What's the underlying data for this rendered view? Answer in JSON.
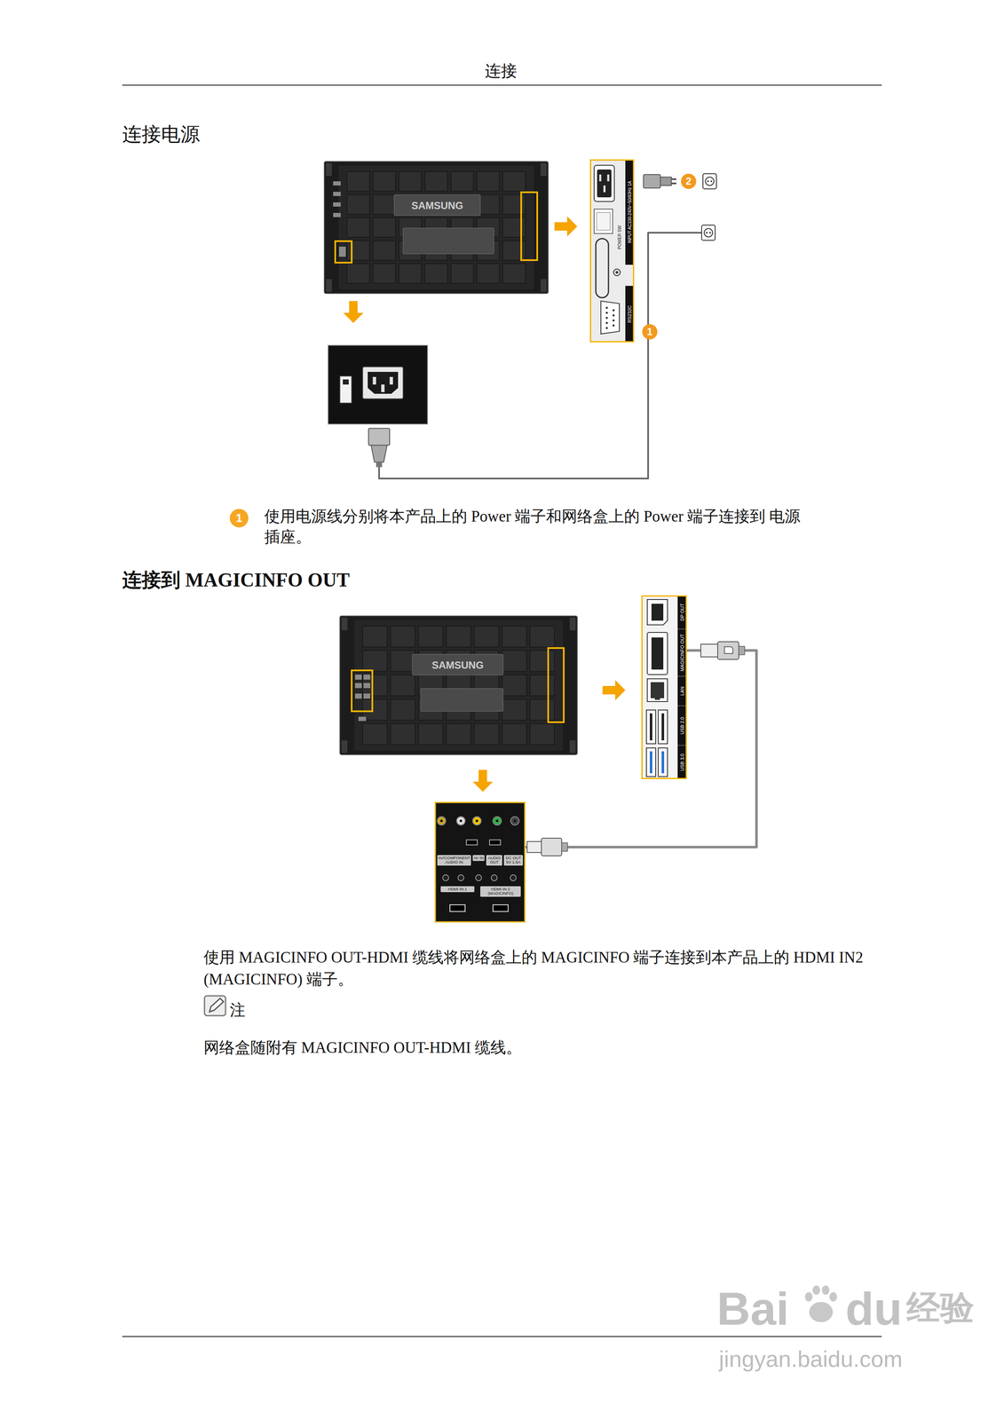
{
  "diagram": {
    "title": "连接",
    "nodes": [
      {
        "text": [
          "INPUT AC100-240V~50/60Hz 1A",
          "POWER SW",
          "RS232C"
        ]
      },
      {
        "text": [
          "DP OUT",
          "MAGICINFO OUT",
          "LAN",
          "USB 2.0",
          "USB 3.0"
        ]
      },
      {
        "text": [
          "AV/COMPONENT AUDIO IN",
          "AV IN",
          "AUDIO OUT",
          "DC OUT 5V 1.5A",
          "HDMI IN 1",
          "HDMI IN 2 (MAGICINFO)"
        ]
      }
    ],
    "edges": [
      {
        "from": 1,
        "to": 2,
        "arrow": "none"
      }
    ],
    "labels": [
      "连接电源",
      "SAMSUNG",
      "2",
      "1",
      "1",
      "使用电源线分别将本产品上的 Power 端子和网络盒上的 Power 端子连接到 电源插座。",
      "连接到 MAGICINFO OUT",
      "SAMSUNG",
      "使用 MAGICINFO OUT-HDMI 缆线将网络盒上的 MAGICINFO 端子连接到本产品上的 HDMI IN2 (MAGICINFO) 端子。",
      "注",
      "网络盒随附有 MAGICINFO OUT-HDMI 缆线。",
      "Bai",
      "du",
      "经验",
      "jingyan.baidu.com"
    ]
  }
}
